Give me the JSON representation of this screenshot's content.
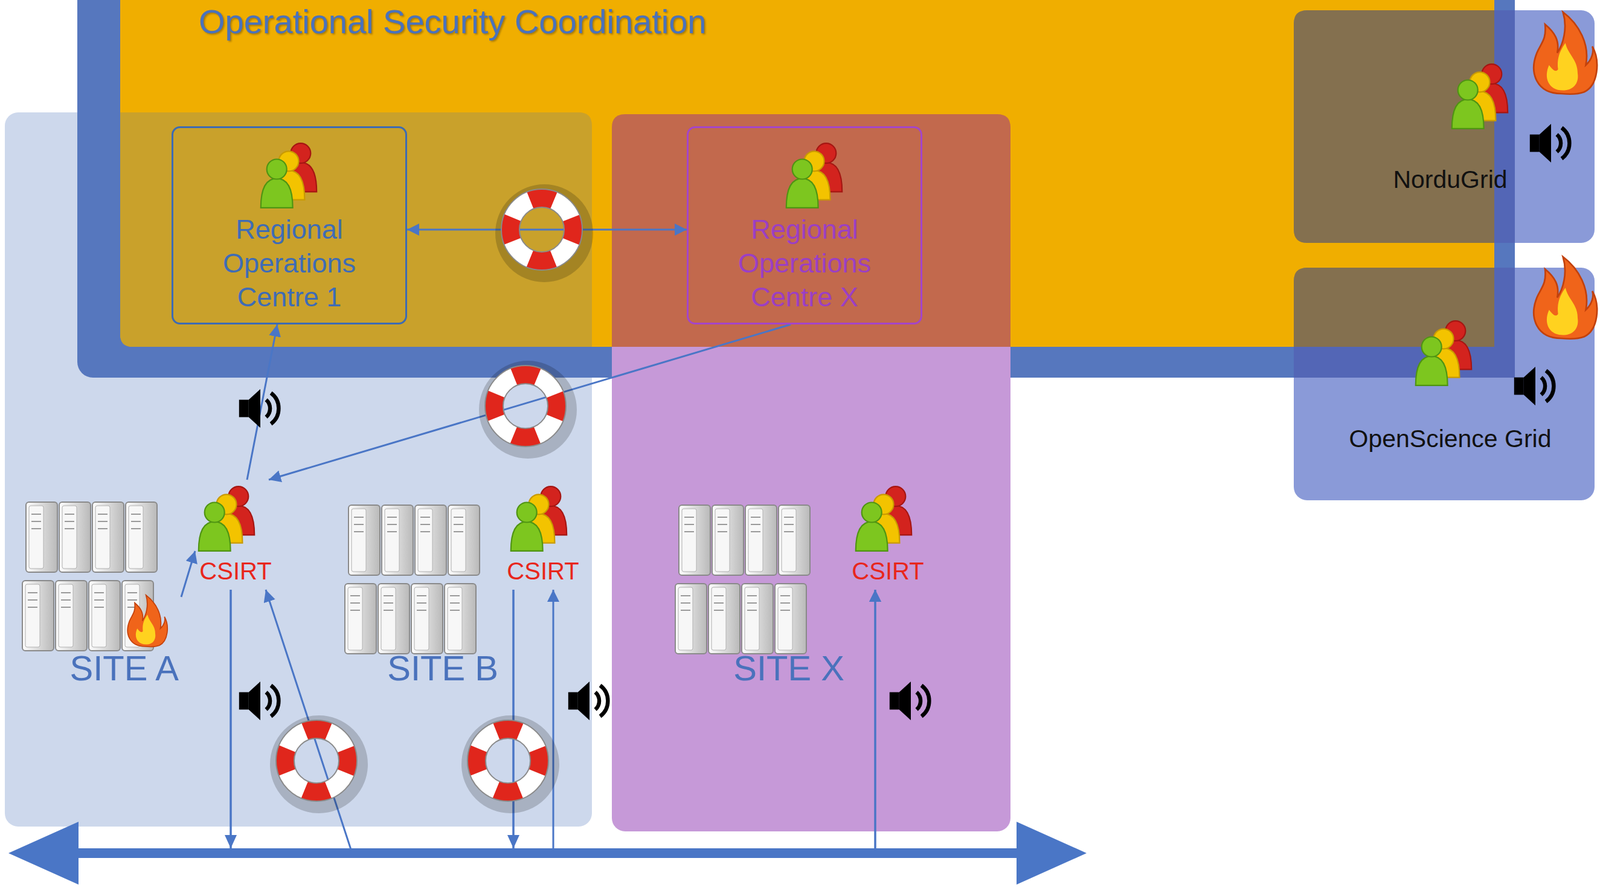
{
  "diagram": {
    "nodes": [
      {
        "text": [
          "Operational Security Coordination"
        ]
      },
      {
        "text": [
          "Regional Operations Centre 1"
        ],
        "in": 0
      },
      {
        "text": [
          "Regional Operations Centre X"
        ],
        "in": 0
      },
      {
        "text": [
          "NorduGrid"
        ]
      },
      {
        "text": [
          "OpenScience Grid"
        ]
      },
      {
        "text": [
          "CSIRT"
        ]
      },
      {
        "text": [
          "SITE A"
        ]
      },
      {
        "text": [
          "CSIRT"
        ]
      },
      {
        "text": [
          "SITE B"
        ]
      },
      {
        "text": [
          "CSIRT"
        ]
      },
      {
        "text": [
          "SITE X"
        ]
      }
    ],
    "edges": [
      {
        "from": 1,
        "to": 2,
        "arrow": "both"
      },
      {
        "from": 5,
        "to": 1,
        "arrow": "to"
      },
      {
        "from": 2,
        "to": 5,
        "arrow": "to"
      },
      {
        "from": 6,
        "to": 5,
        "arrow": "to"
      },
      {
        "from": 5,
        "to": 7,
        "arrow": "to"
      },
      {
        "from": 5,
        "to": 9,
        "arrow": "to"
      },
      {
        "from": 7,
        "to": 5,
        "arrow": "to"
      },
      {
        "from": 7,
        "to": 9,
        "arrow": "to"
      }
    ]
  }
}
